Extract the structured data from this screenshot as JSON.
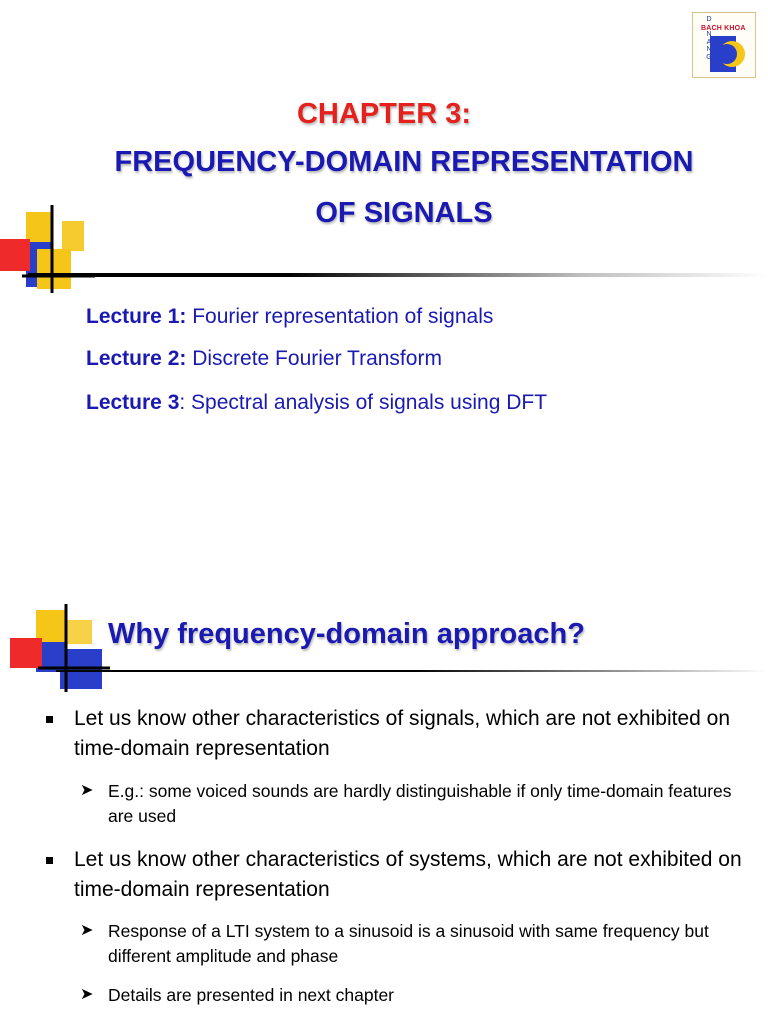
{
  "logo": {
    "name": "BACH KHOA",
    "vertical": [
      "D",
      "A",
      "N",
      "A",
      "N",
      "G"
    ]
  },
  "slide1": {
    "chapter": "CHAPTER 3:",
    "title_line1": "FREQUENCY-DOMAIN REPRESENTATION",
    "title_line2": "OF SIGNALS",
    "lectures": [
      {
        "label": "Lecture 1:",
        "text": " Fourier representation of signals"
      },
      {
        "label": "Lecture 2:",
        "text": " Discrete Fourier Transform"
      },
      {
        "label": "Lecture 3",
        "text": ": Spectral analysis of signals using DFT"
      }
    ]
  },
  "slide2": {
    "title": "Why frequency-domain approach?",
    "bullets": [
      {
        "text": "Let us know other characteristics of signals, which are not exhibited on time-domain representation",
        "subs": [
          "E.g.: some voiced sounds are hardly distinguishable if only time-domain features are used"
        ]
      },
      {
        "text": "Let us know other characteristics of systems, which are not exhibited on time-domain representation",
        "subs": [
          "Response of a LTI system to a sinusoid is a sinusoid with same frequency but different amplitude and phase",
          "Details are presented in next chapter"
        ]
      }
    ]
  },
  "colors": {
    "chapter_red": "#e5211d",
    "title_blue": "#1a1ab3",
    "deco_yellow": "#f5c518",
    "deco_red": "#ee2a2a",
    "deco_blue": "#2a3fc9"
  }
}
